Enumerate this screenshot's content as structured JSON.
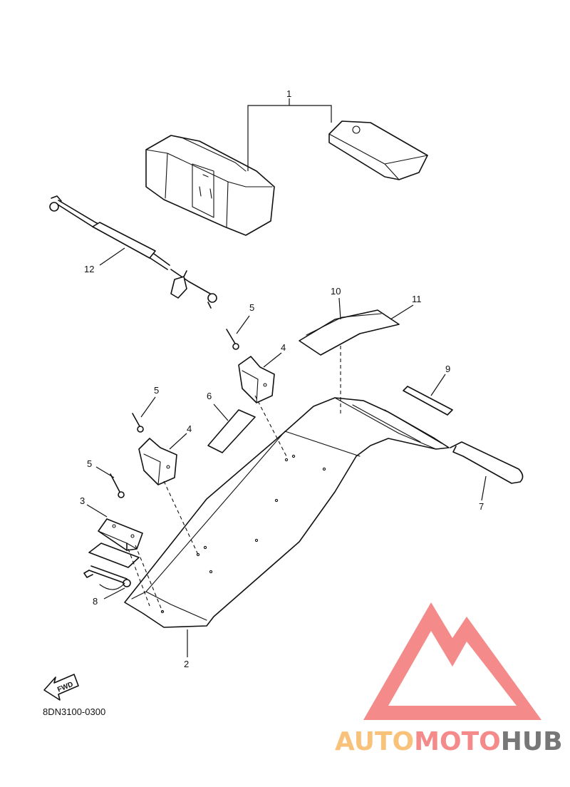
{
  "diagram": {
    "drawing_code": "8DN3100-0300",
    "fwd_label": "FWD",
    "callouts": [
      {
        "id": "c1",
        "label": "1"
      },
      {
        "id": "c2",
        "label": "2"
      },
      {
        "id": "c3",
        "label": "3"
      },
      {
        "id": "c4a",
        "label": "4"
      },
      {
        "id": "c4b",
        "label": "4"
      },
      {
        "id": "c5a",
        "label": "5"
      },
      {
        "id": "c5b",
        "label": "5"
      },
      {
        "id": "c5c",
        "label": "5"
      },
      {
        "id": "c6",
        "label": "6"
      },
      {
        "id": "c7",
        "label": "7"
      },
      {
        "id": "c8",
        "label": "8"
      },
      {
        "id": "c9",
        "label": "9"
      },
      {
        "id": "c10",
        "label": "10"
      },
      {
        "id": "c11",
        "label": "11"
      },
      {
        "id": "c12",
        "label": "12"
      }
    ]
  },
  "watermark": {
    "part1": "AUTO",
    "part2": "MOTO",
    "part3": "HUB",
    "color_orange": "#f9c27a",
    "color_red": "#f48a8a",
    "color_gray": "#777777"
  }
}
